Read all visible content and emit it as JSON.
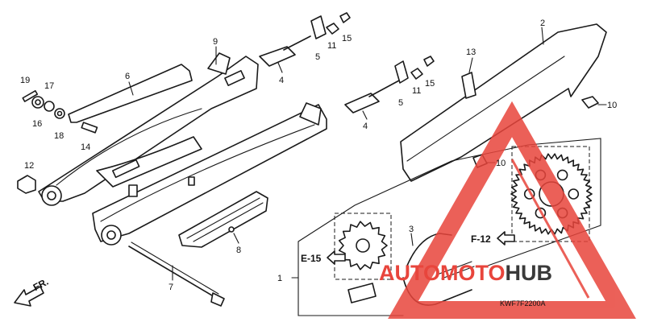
{
  "diagram": {
    "part_labels": [
      "1",
      "2",
      "3",
      "4",
      "4",
      "5",
      "5",
      "6",
      "7",
      "8",
      "9",
      "10",
      "10",
      "11",
      "11",
      "12",
      "13",
      "14",
      "15",
      "15",
      "16",
      "17",
      "18",
      "19"
    ],
    "refs": {
      "e15": "E-15",
      "f12": "F-12",
      "front": "FR."
    },
    "diagram_code": "KWF7F2200A"
  },
  "watermark": {
    "part1": "AUTO",
    "part2": "MOTO",
    "part3": "HUB",
    "colors": {
      "red": "#e8453c",
      "dark": "#3a3a3a"
    }
  }
}
